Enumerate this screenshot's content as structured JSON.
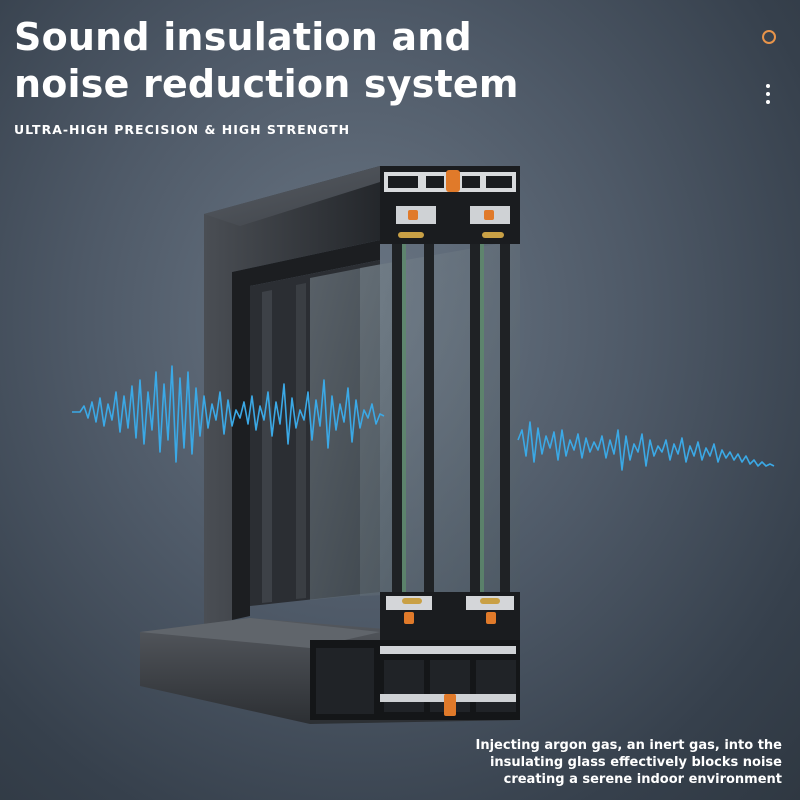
{
  "headline": {
    "line1": "Sound insulation and",
    "line2": "noise reduction system"
  },
  "subtitle": "ULTRA-HIGH PRECISION & HIGH STRENGTH",
  "caption": {
    "line1": "Injecting argon gas, an inert gas, into the",
    "line2": "insulating glass effectively blocks noise",
    "line3": "creating a serene indoor environment"
  },
  "icons": {
    "status": "ring-icon",
    "menu": "more-vertical-icon"
  },
  "colors": {
    "accent_orange": "#e8944a",
    "sound_wave": "#3ba9e6",
    "frame_dark": "#2a2d31"
  }
}
